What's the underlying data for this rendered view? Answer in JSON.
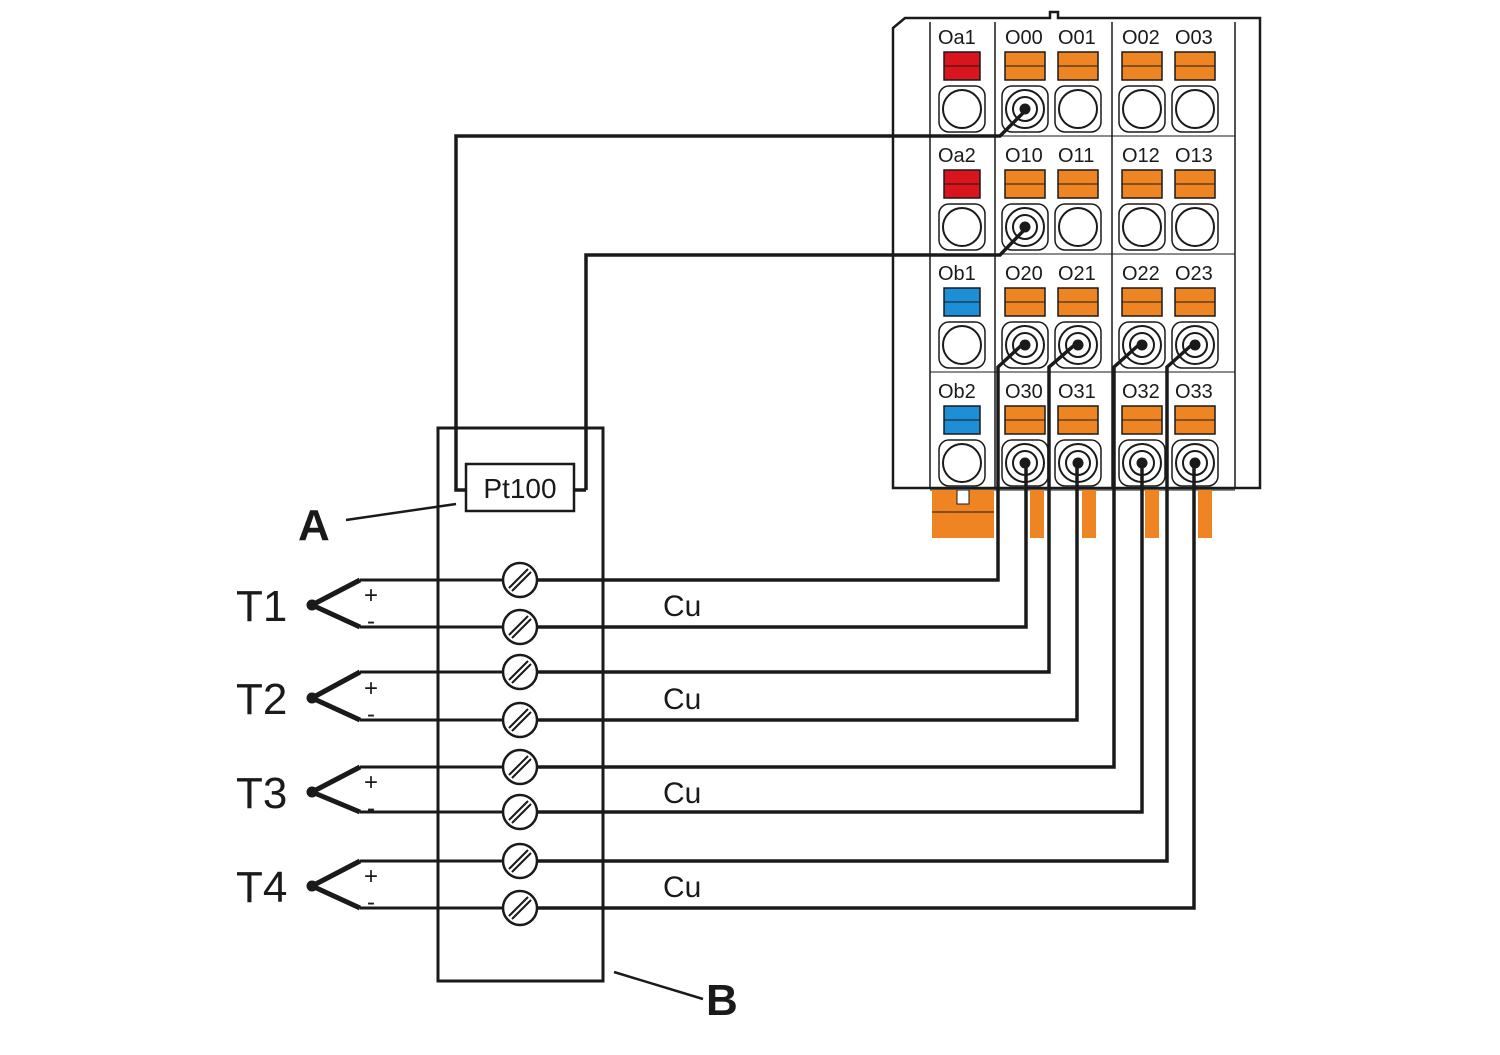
{
  "labels": {
    "pt100": "Pt100",
    "marker_a": "A",
    "marker_b": "B"
  },
  "module": {
    "terminal_labels": [
      [
        "a1",
        "00",
        "01",
        "02",
        "03"
      ],
      [
        "a2",
        "10",
        "11",
        "12",
        "13"
      ],
      [
        "b1",
        "20",
        "21",
        "22",
        "23"
      ],
      [
        "b2",
        "30",
        "31",
        "32",
        "33"
      ]
    ],
    "colors": {
      "red": "#d9141c",
      "orange": "#ee8522",
      "blue": "#1c8fd6",
      "wire": "#1a1a1a"
    }
  },
  "sensors": [
    {
      "name": "T1",
      "plus": "+",
      "minus": "-",
      "wire_label": "Cu"
    },
    {
      "name": "T2",
      "plus": "+",
      "minus": "-",
      "wire_label": "Cu"
    },
    {
      "name": "T3",
      "plus": "+",
      "minus": "-",
      "wire_label": "Cu"
    },
    {
      "name": "T4",
      "plus": "+",
      "minus": "-",
      "wire_label": "Cu"
    }
  ]
}
